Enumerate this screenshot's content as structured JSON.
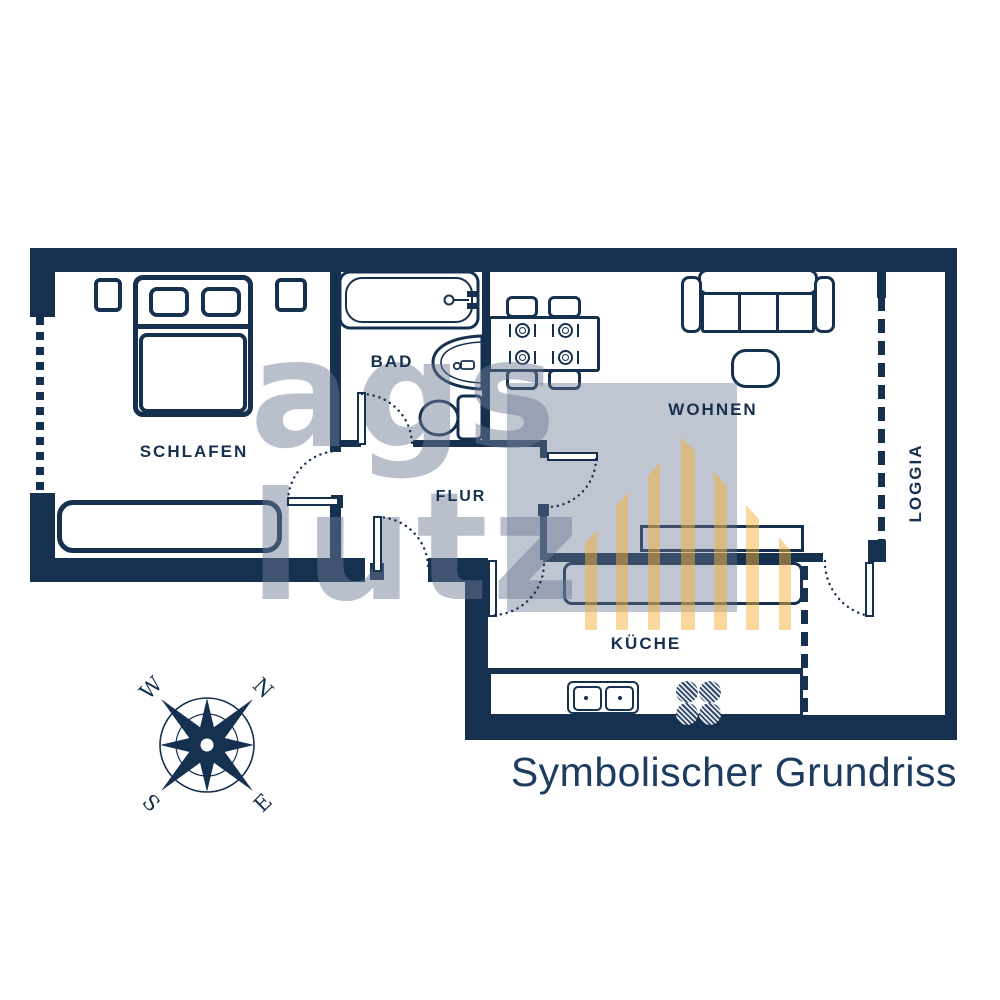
{
  "title": "Symbolischer Grundriss",
  "rooms": {
    "schlafen": "SCHLAFEN",
    "bad": "BAD",
    "flur": "FLUR",
    "wohnen": "WOHNEN",
    "kueche": "KÜCHE",
    "loggia": "LOGGIA"
  },
  "compass": {
    "north": "N",
    "east": "E",
    "south": "S",
    "west": "W"
  },
  "watermark": {
    "line1": "ags",
    "line2": "lutz"
  },
  "colors": {
    "wall_navy": "#16304f",
    "title_navy": "#1d3c60",
    "watermark_gray": "#b7bfcd",
    "watermark_yellow": "#f8d49b",
    "background": "#ffffff"
  }
}
